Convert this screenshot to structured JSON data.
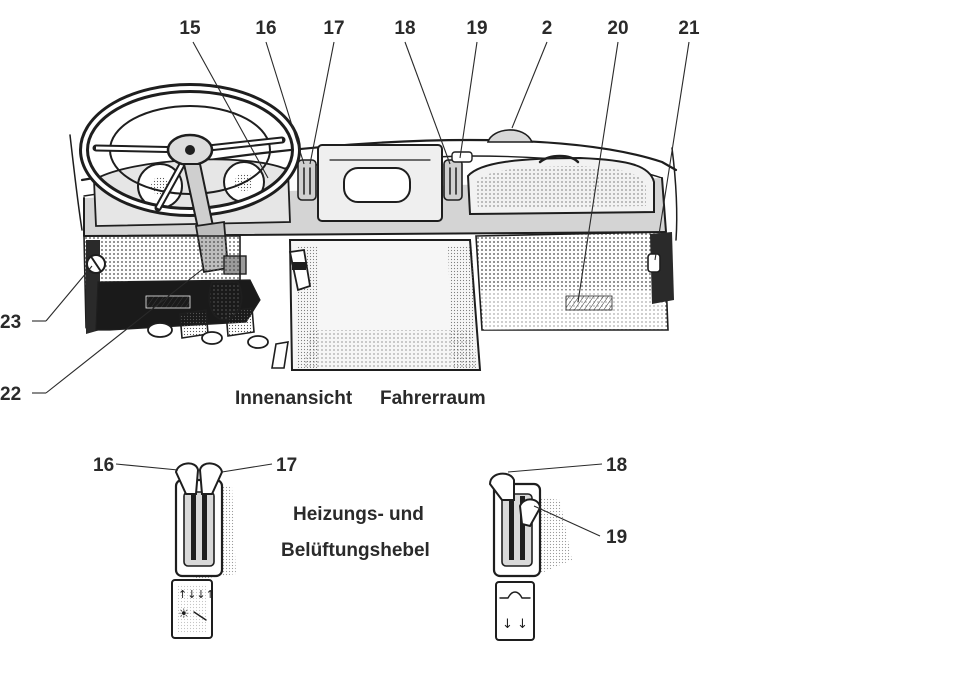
{
  "main_figure": {
    "caption_left": "Innenansicht",
    "caption_right": "Fahrerraum",
    "callouts": [
      "15",
      "16",
      "17",
      "18",
      "19",
      "2",
      "20",
      "21",
      "23",
      "22"
    ]
  },
  "heater_figure": {
    "caption_line1": "Heizungs- und",
    "caption_line2": "Belüftungshebel",
    "left_callouts": [
      "16",
      "17"
    ],
    "right_callouts": [
      "18",
      "19"
    ]
  }
}
